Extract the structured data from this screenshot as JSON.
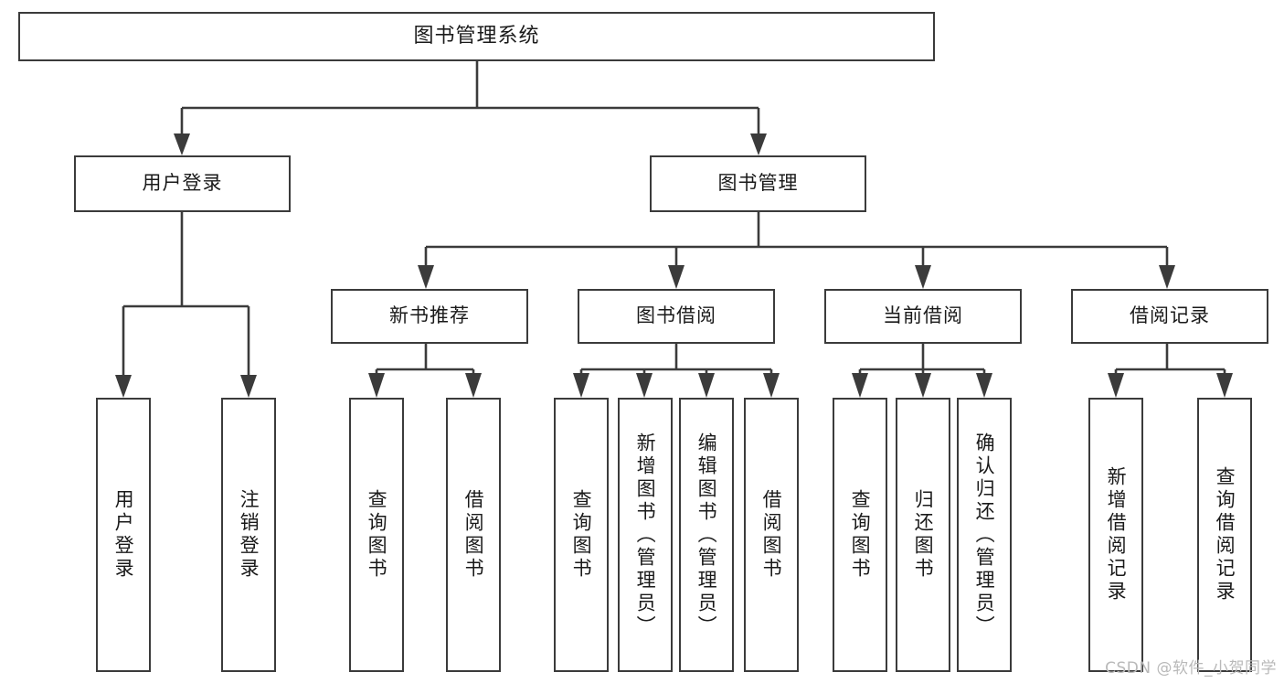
{
  "diagram": {
    "type": "tree",
    "title": "图书管理系统",
    "root": {
      "label": "图书管理系统"
    },
    "level2": [
      {
        "label": "用户登录"
      },
      {
        "label": "图书管理"
      }
    ],
    "level3": [
      {
        "label": "新书推荐"
      },
      {
        "label": "图书借阅"
      },
      {
        "label": "当前借阅"
      },
      {
        "label": "借阅记录"
      }
    ],
    "leaves": {
      "user_login": [
        {
          "label": "用户登录"
        },
        {
          "label": "注销登录"
        }
      ],
      "new_book_recommend": [
        {
          "label": "查询图书"
        },
        {
          "label": "借阅图书"
        }
      ],
      "book_borrow": [
        {
          "label": "查询图书"
        },
        {
          "label": "新增图书（管理员）"
        },
        {
          "label": "编辑图书（管理员）"
        },
        {
          "label": "借阅图书"
        }
      ],
      "current_borrow": [
        {
          "label": "查询图书"
        },
        {
          "label": "归还图书"
        },
        {
          "label": "确认归还（管理员）"
        }
      ],
      "borrow_record": [
        {
          "label": "新增借阅记录"
        },
        {
          "label": "查询借阅记录"
        }
      ]
    }
  },
  "watermark": {
    "text": "CSDN @软件_小贺同学"
  },
  "colors": {
    "stroke": "#3b3b3b",
    "fill": "#ffffff",
    "text": "#1a1a1a",
    "watermark": "#b9b9b9"
  }
}
